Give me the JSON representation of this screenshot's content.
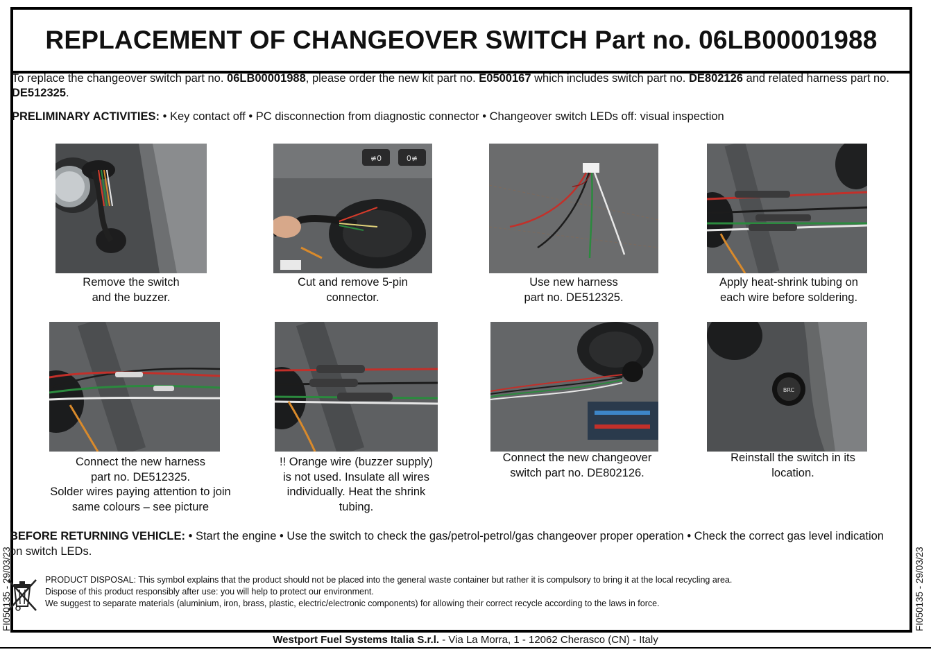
{
  "title": "REPLACEMENT OF CHANGEOVER SWITCH Part no. 06LB00001988",
  "intro": {
    "t1": "To replace the changeover switch part no. ",
    "b1": "06LB00001988",
    "t2": ", please order the new kit part no. ",
    "b2": "E0500167",
    "t3": " which includes switch part no. ",
    "b3": "DE802126",
    "t4": " and related harness part no. ",
    "b4": "DE512325",
    "t5": "."
  },
  "prelim": {
    "label": "PRELIMINARY ACTIVITIES:",
    "text": " • Key contact off • PC disconnection from diagnostic connector • Changeover switch LEDs off: visual inspection"
  },
  "steps": [
    {
      "line1": "Remove the switch",
      "line2": "and the buzzer."
    },
    {
      "line1": "Cut and remove 5-pin",
      "line2": "connector."
    },
    {
      "line1": "Use new harness",
      "line2": "part no. DE512325."
    },
    {
      "line1": "Apply heat-shrink tubing on",
      "line2": "each wire before soldering."
    },
    {
      "line1": "Connect the new harness",
      "line2": "part no. DE512325.",
      "line3": "Solder wires paying attention to join",
      "line4": "same colours – see picture"
    },
    {
      "line1": "!! Orange wire (buzzer supply)",
      "line2": "is not used. Insulate all wires",
      "line3": "individually. Heat the shrink",
      "line4": "tubing."
    },
    {
      "line1": "Connect the new changeover",
      "line2": "switch part no. DE802126."
    },
    {
      "line1": "Reinstall the switch in its",
      "line2": "location."
    }
  ],
  "before": {
    "label": "BEFORE RETURNING VEHICLE:",
    "text": " • Start the engine • Use the switch to check the gas/petrol-petrol/gas changeover proper operation • Check the correct gas level indication on switch LEDs."
  },
  "disposal": {
    "line1": "PRODUCT DISPOSAL: This symbol explains that the product should not be placed into the general waste container but rather it is compulsory to bring it at the local recycling area.",
    "line2": "Dispose of this product responsibly after use: you will help to protect our environment.",
    "line3": "We suggest to separate materials (aluminium, iron, brass, plastic, electric/electronic components) for allowing their correct recycle according to the laws in force."
  },
  "footer": {
    "company": "Westport Fuel Systems Italia S.r.l.",
    "address": " - Via La Morra, 1 - 12062 Cherasco (CN) - Italy"
  },
  "doc_code": "FI050135 - 29/03/23",
  "photo_labels": {
    "fog_left": "≢0",
    "fog_right": "0≢",
    "brc_logo": "BRC"
  }
}
